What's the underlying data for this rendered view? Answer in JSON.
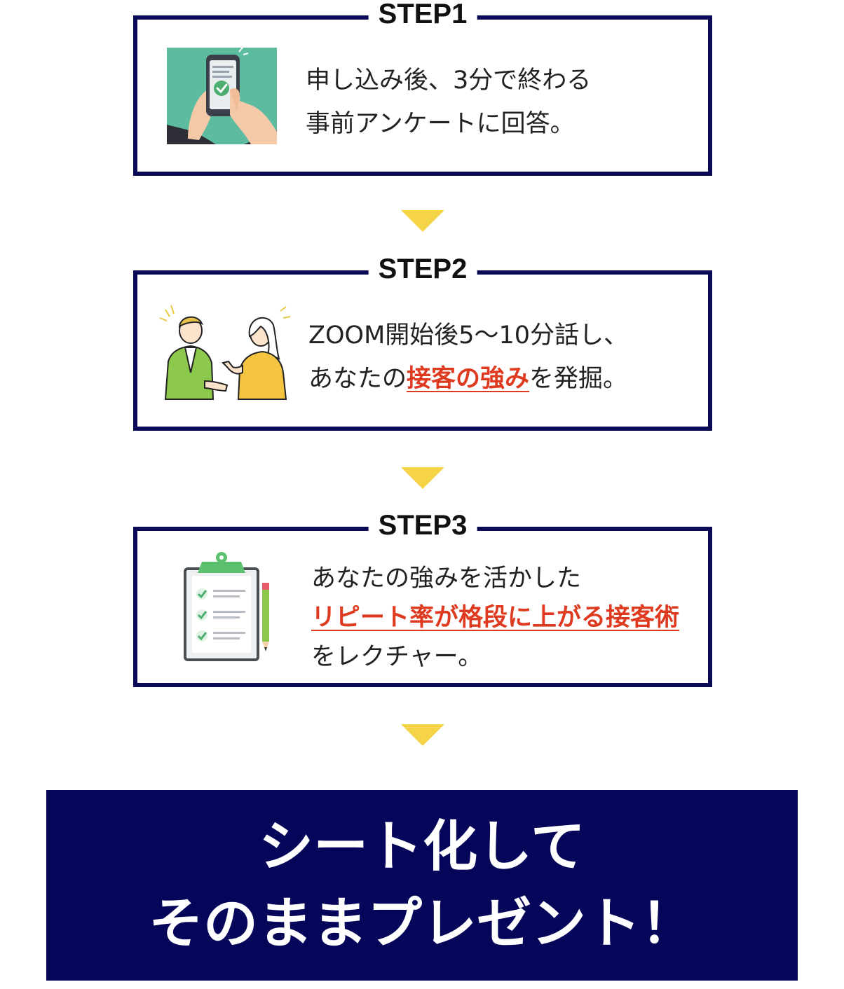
{
  "steps": [
    {
      "label": "STEP1",
      "illustration": "phone-checkmark-icon",
      "lines": [
        [
          {
            "text": "申し込み後、3分で終わる",
            "highlight": false
          }
        ],
        [
          {
            "text": "事前アンケートに回答。",
            "highlight": false
          }
        ]
      ]
    },
    {
      "label": "STEP2",
      "illustration": "conversation-people-icon",
      "lines": [
        [
          {
            "text": "ZOOM開始後5〜10分話し、",
            "highlight": false
          }
        ],
        [
          {
            "text": "あなたの",
            "highlight": false
          },
          {
            "text": "接客の強み",
            "highlight": true
          },
          {
            "text": "を発掘。",
            "highlight": false
          }
        ]
      ]
    },
    {
      "label": "STEP3",
      "illustration": "clipboard-checklist-icon",
      "lines": [
        [
          {
            "text": "あなたの強みを活かした",
            "highlight": false
          }
        ],
        [
          {
            "text": "リピート率が格段に上がる接客術",
            "highlight": true
          }
        ],
        [
          {
            "text": "をレクチャー。",
            "highlight": false
          }
        ]
      ]
    }
  ],
  "banner": {
    "line1": "シート化して",
    "line2": "そのままプレゼント！"
  },
  "colors": {
    "border": "#0b0a55",
    "arrow": "#f5d547",
    "highlight": "#de3a20",
    "banner_bg": "#05055a",
    "banner_text": "#ffffff"
  }
}
